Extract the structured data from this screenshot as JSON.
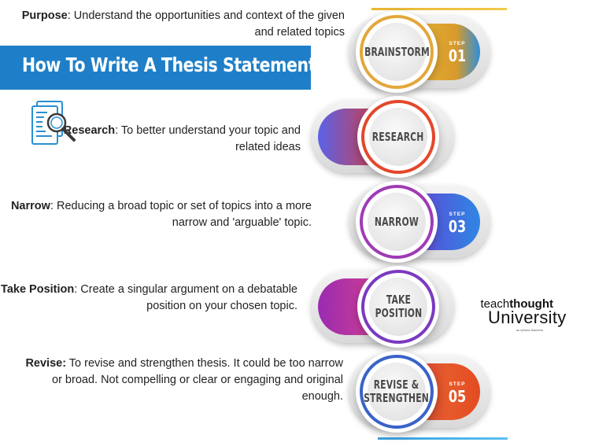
{
  "title": "How To Write A Thesis Statement",
  "colors": {
    "banner": "#1e7fc8",
    "step1": "#e5a93a",
    "step2": "#e0452a",
    "step3": "#2f80e3",
    "step4": "#a12db3",
    "step5": "#e85a26"
  },
  "icons": {
    "research": "document-magnifier-icon"
  },
  "steps": [
    {
      "name": "BRAINSTORM",
      "step_word": "STEP",
      "number": "01",
      "desc_label": "Purpose",
      "desc_text": ":  Understand the opportunities and context of the given and related topics"
    },
    {
      "name": "RESEARCH",
      "step_word": "",
      "number": "",
      "desc_label": "Research",
      "desc_text": ": To better understand your topic and related ideas"
    },
    {
      "name": "NARROW",
      "step_word": "STEP",
      "number": "03",
      "desc_label": "Narrow",
      "desc_text": ": Reducing a broad topic or set of topics into a more narrow and 'arguable' topic."
    },
    {
      "name": "TAKE\nPOSITION",
      "step_word": "",
      "number": "",
      "desc_label": "Take Position",
      "desc_text": ": Create a singular argument on a debatable position on your chosen topic."
    },
    {
      "name": "REVISE &\nSTRENGTHEN",
      "step_word": "STEP",
      "number": "05",
      "desc_label": "Revise:",
      "desc_text": " To revise and strengthen thesis. It could be too narrow or broad. Not compelling or clear or engaging and original enough."
    }
  ],
  "logo": {
    "line1_plain": "teach",
    "line1_bold": "thought",
    "line2": "University",
    "tagline": "an iphone teachers"
  }
}
